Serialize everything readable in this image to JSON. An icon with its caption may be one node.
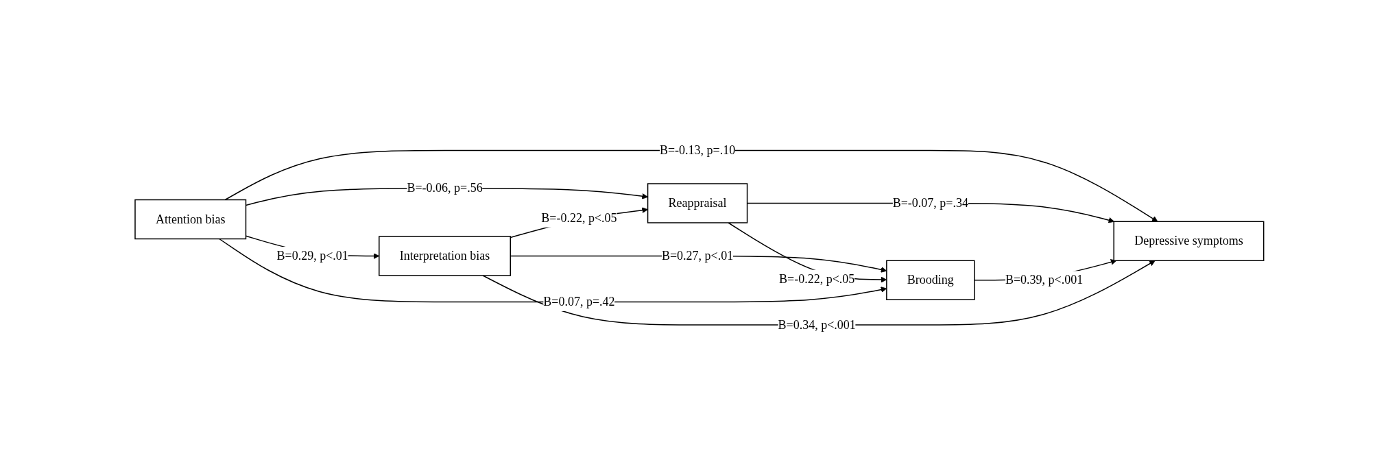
{
  "diagram": {
    "nodes": [
      {
        "text": [
          "Attention bias"
        ]
      },
      {
        "text": [
          "Interpretation bias"
        ]
      },
      {
        "text": [
          "Reappraisal"
        ]
      },
      {
        "text": [
          "Brooding"
        ]
      },
      {
        "text": [
          "Depressive symptoms"
        ]
      }
    ],
    "edges": [
      {
        "from": 0,
        "to": 4,
        "arrow": "to",
        "label": "B=-0.13, p=.10"
      },
      {
        "from": 0,
        "to": 2,
        "arrow": "to",
        "label": "B=-0.06, p=.56"
      },
      {
        "from": 0,
        "to": 1,
        "arrow": "to",
        "label": "B=0.29, p<.01"
      },
      {
        "from": 1,
        "to": 2,
        "arrow": "to",
        "label": "B=-0.22, p<.05"
      },
      {
        "from": 1,
        "to": 3,
        "arrow": "to",
        "label": "B=0.27, p<.01"
      },
      {
        "from": 2,
        "to": 3,
        "arrow": "to",
        "label": "B=-0.22, p<.05"
      },
      {
        "from": 2,
        "to": 4,
        "arrow": "to",
        "label": "B=-0.07, p=.34"
      },
      {
        "from": 3,
        "to": 4,
        "arrow": "to",
        "label": "B=0.39, p<.001"
      },
      {
        "from": 1,
        "to": 4,
        "arrow": "to",
        "label": "B=0.34, p<.001"
      },
      {
        "from": 0,
        "to": 3,
        "arrow": "to",
        "label": "B=0.07, p=.42"
      }
    ]
  }
}
